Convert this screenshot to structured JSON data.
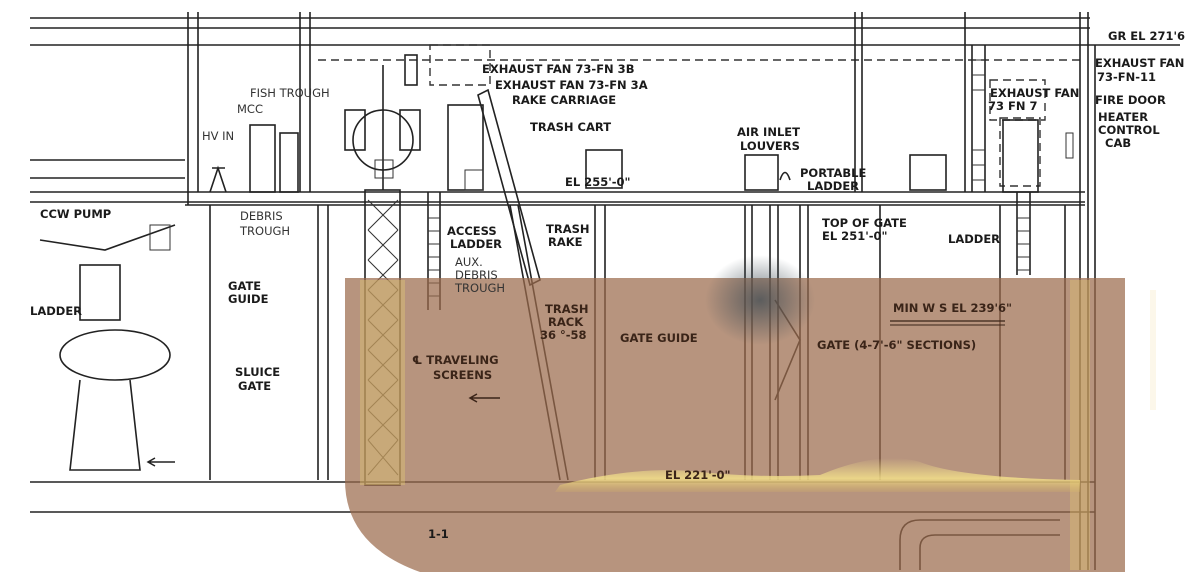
{
  "drawing": {
    "labels": {
      "fish_trough": "FISH TROUGH",
      "mcc": "MCC",
      "hv_in": "HV IN",
      "ccw_pump": "CCW PUMP",
      "debris_trough": [
        "DEBRIS",
        "TROUGH"
      ],
      "exhaust_fan_3b": "EXHAUST FAN 73-FN 3B",
      "exhaust_fan_3a": "EXHAUST FAN 73-FN 3A",
      "rake_carriage": "RAKE CARRIAGE",
      "trash_cart": "TRASH CART",
      "el_255": "EL 255'-0\"",
      "air_inlet_louvers": [
        "AIR INLET",
        "LOUVERS"
      ],
      "portable_ladder": [
        "PORTABLE",
        "LADDER"
      ],
      "gr_el": "GR EL 271'6\"",
      "exhaust_fan_11": [
        "EXHAUST FAN",
        "73-FN-11"
      ],
      "exhaust_fan_7": [
        "EXHAUST FAN",
        "73 FN 7"
      ],
      "fire_door": "FIRE DOOR",
      "heater_control_cab": [
        "HEATER",
        "CONTROL",
        "CAB"
      ],
      "access_ladder": [
        "ACCESS",
        "LADDER"
      ],
      "trash_rake": [
        "TRASH",
        "RAKE"
      ],
      "aux_debris_trough": [
        "AUX.",
        "DEBRIS",
        "TROUGH"
      ],
      "top_of_gate": [
        "TOP OF GATE",
        "EL 251'-0\""
      ],
      "ladder_right": "LADDER",
      "ladder_left": "LADDER",
      "gate_guide_left": [
        "GATE",
        "GUIDE"
      ],
      "sluice_gate": [
        "SLUICE",
        "GATE"
      ],
      "trash_rack": [
        "TRASH",
        "RACK",
        "36 °-58"
      ],
      "gate_guide": "GATE GUIDE",
      "gate_sections": "GATE (4-7'-6\" SECTIONS)",
      "min_ws_el": "MIN W S EL 239'6\"",
      "traveling_screens": [
        "℄ TRAVELING",
        "SCREENS"
      ],
      "el_221": "EL 221'-0\"",
      "section_mark": "1-1"
    }
  },
  "overlay": {
    "type": "sonar-image",
    "tint_color": "#9b6b4c",
    "highlight_color": "#f0dc78"
  }
}
